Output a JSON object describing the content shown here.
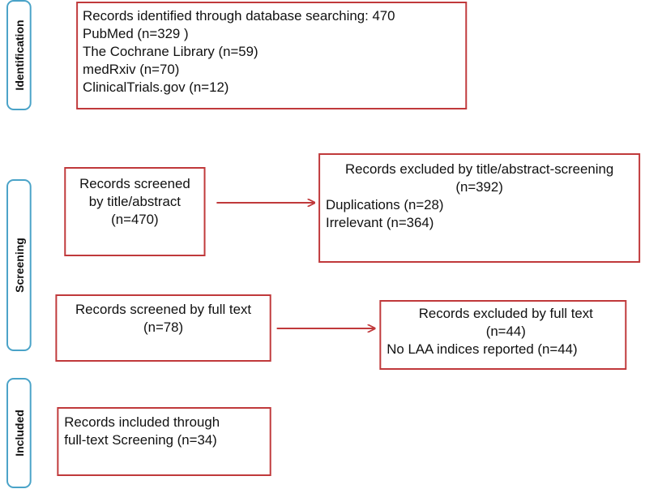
{
  "phases": {
    "identification": "Identification",
    "screening": "Screening",
    "included": "Included"
  },
  "identification_box": {
    "lines": [
      "Records identified through database searching: 470",
      "PubMed (n=329 )",
      "The Cochrane Library (n=59)",
      "medRxiv (n=70)",
      "ClinicalTrials.gov (n=12)"
    ]
  },
  "screened_title_abstract": {
    "lines": [
      "Records screened",
      "by title/abstract",
      "(n=470)"
    ]
  },
  "excluded_title_abstract": {
    "lines": [
      "Records excluded by title/abstract-screening",
      "(n=392)",
      "Duplications (n=28)",
      "Irrelevant (n=364)"
    ]
  },
  "screened_full_text": {
    "lines": [
      "Records screened by full text",
      "(n=78)"
    ]
  },
  "excluded_full_text": {
    "lines": [
      "Records excluded by full text",
      "(n=44)",
      "No LAA indices reported (n=44)"
    ]
  },
  "included_box": {
    "lines": [
      "Records included through",
      "full-text Screening (n=34)"
    ]
  },
  "colors": {
    "box_border": "#c0393b",
    "phase_border": "#4aa3c8",
    "arrow": "#c0393b"
  }
}
